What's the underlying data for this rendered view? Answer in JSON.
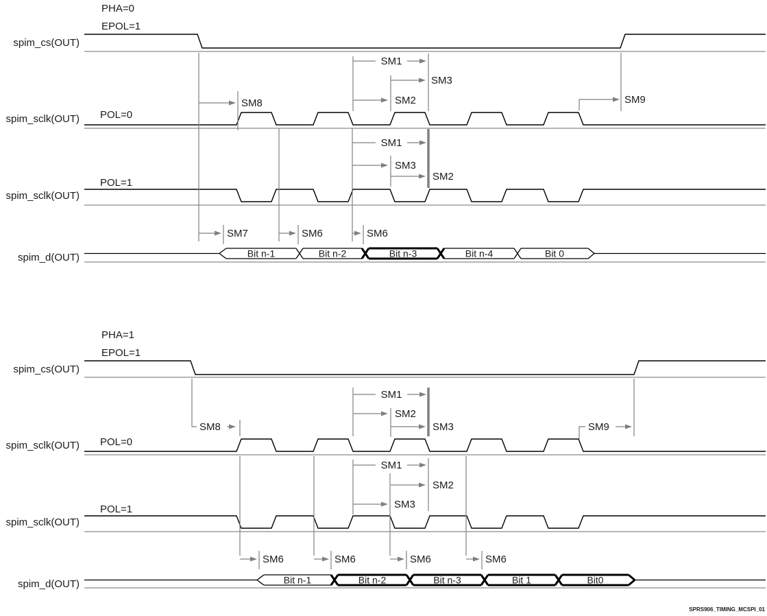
{
  "footer": {
    "doc_tag": "SPRS906_TIMING_MCSPI_01"
  },
  "colors": {
    "signal": "#000000",
    "annotation": "#808080",
    "baseline": "#9e9e9e",
    "text": "#1a1a1a",
    "background": "#ffffff"
  },
  "diagrams": [
    {
      "pha_label": "PHA=0",
      "epol_label": "EPOL=1",
      "signals": {
        "cs": "spim_cs(OUT)",
        "sclk_pol0": "spim_sclk(OUT)",
        "pol0": "POL=0",
        "sclk_pol1": "spim_sclk(OUT)",
        "pol1": "POL=1",
        "d": "spim_d(OUT)"
      },
      "annotations": {
        "sm8": "SM8",
        "sm9": "SM9",
        "pol0_sm1": "SM1",
        "pol0_sm2": "SM2",
        "pol0_sm3": "SM3",
        "pol1_sm1": "SM1",
        "pol1_sm2": "SM2",
        "pol1_sm3": "SM3",
        "d_sm7": "SM7",
        "d_sm6_1": "SM6",
        "d_sm6_2": "SM6"
      },
      "data_bits": [
        {
          "label": "Bit n-1",
          "bold": false
        },
        {
          "label": "Bit n-2",
          "bold": false
        },
        {
          "label": "Bit n-3",
          "bold": true
        },
        {
          "label": "Bit n-4",
          "bold": false
        },
        {
          "label": "Bit 0",
          "bold": false
        }
      ]
    },
    {
      "pha_label": "PHA=1",
      "epol_label": "EPOL=1",
      "signals": {
        "cs": "spim_cs(OUT)",
        "sclk_pol0": "spim_sclk(OUT)",
        "pol0": "POL=0",
        "sclk_pol1": "spim_sclk(OUT)",
        "pol1": "POL=1",
        "d": "spim_d(OUT)"
      },
      "annotations": {
        "sm8": "SM8",
        "sm9": "SM9",
        "pol0_sm1": "SM1",
        "pol0_sm2": "SM2",
        "pol0_sm3": "SM3",
        "pol1_sm1": "SM1",
        "pol1_sm2": "SM2",
        "pol1_sm3": "SM3",
        "d_sm6_1": "SM6",
        "d_sm6_2": "SM6",
        "d_sm6_3": "SM6",
        "d_sm6_4": "SM6"
      },
      "data_bits": [
        {
          "label": "Bit n-1",
          "bold": false
        },
        {
          "label": "Bit n-2",
          "bold": true
        },
        {
          "label": "Bit n-3",
          "bold": true
        },
        {
          "label": "Bit 1",
          "bold": true
        },
        {
          "label": "Bit0",
          "bold": true
        }
      ]
    }
  ]
}
